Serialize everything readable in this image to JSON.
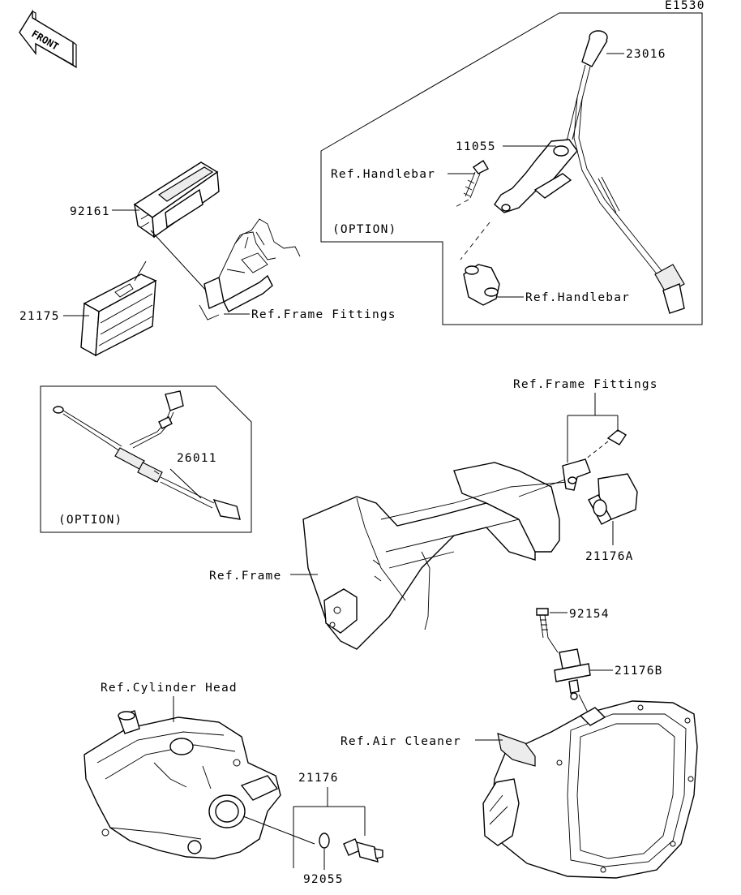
{
  "diagram_code": "E1530",
  "front_badge": "FRONT",
  "labels": {
    "p23016": "23016",
    "p11055": "11055",
    "ref_handlebar_1": "Ref.Handlebar",
    "option_1": "(OPTION)",
    "ref_handlebar_2": "Ref.Handlebar",
    "p92161": "92161",
    "p21175": "21175",
    "ref_frame_fittings_1": "Ref.Frame Fittings",
    "ref_frame_fittings_2": "Ref.Frame Fittings",
    "p26011": "26011",
    "option_2": "(OPTION)",
    "p21176A": "21176A",
    "ref_frame": "Ref.Frame",
    "p92154": "92154",
    "p21176B": "21176B",
    "ref_cylinder_head": "Ref.Cylinder Head",
    "ref_air_cleaner": "Ref.Air Cleaner",
    "p21176": "21176",
    "p92055": "92055"
  }
}
